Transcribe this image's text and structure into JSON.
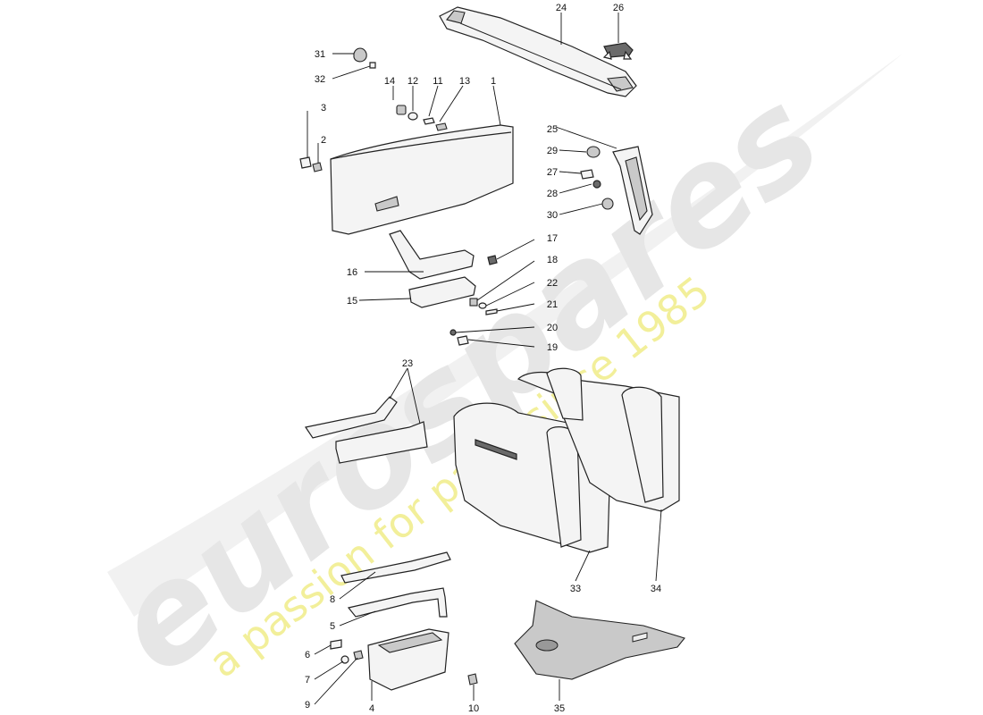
{
  "watermark": {
    "brand": "eurospares",
    "tagline": "a passion for parts since 1985",
    "color_brand": "#e6e6e6",
    "color_tagline": "#f2ef9a"
  },
  "labels": [
    "1",
    "2",
    "3",
    "4",
    "5",
    "6",
    "7",
    "8",
    "9",
    "10",
    "11",
    "12",
    "13",
    "14",
    "15",
    "16",
    "17",
    "18",
    "19",
    "20",
    "21",
    "22",
    "23",
    "24",
    "25",
    "26",
    "27",
    "28",
    "29",
    "30",
    "31",
    "32",
    "33",
    "34",
    "35"
  ]
}
